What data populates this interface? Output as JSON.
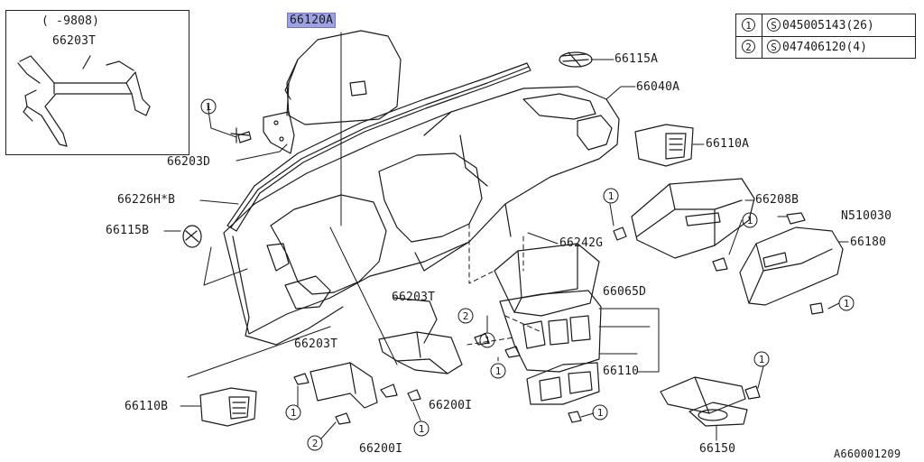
{
  "highlight_color": "#9ea2e3",
  "inset": {
    "date_range": "(   -9808)",
    "part": "66203T"
  },
  "legend": [
    {
      "num": "1",
      "mark": "S",
      "code": "045005143(26)"
    },
    {
      "num": "2",
      "mark": "S",
      "code": "047406120(4)"
    }
  ],
  "labels": {
    "p66120A": "66120A",
    "p66115A": "66115A",
    "p66040A": "66040A",
    "p66110A": "66110A",
    "p66203D": "66203D",
    "p66226HB": "66226H*B",
    "p66115B": "66115B",
    "p66208B": "66208B",
    "pN510030": "N510030",
    "p66242G": "66242G",
    "p66180": "66180",
    "p66065D": "66065D",
    "p66203T_a": "66203T",
    "p66203T_b": "66203T",
    "p66200I_a": "66200I",
    "p66200I_b": "66200I",
    "p66110": "66110",
    "p66110B": "66110B",
    "p66150": "66150",
    "ref": "A660001209"
  },
  "callouts": [
    "1",
    "1",
    "1",
    "1",
    "1",
    "1",
    "1",
    "1",
    "1",
    "1",
    "2",
    "2"
  ]
}
